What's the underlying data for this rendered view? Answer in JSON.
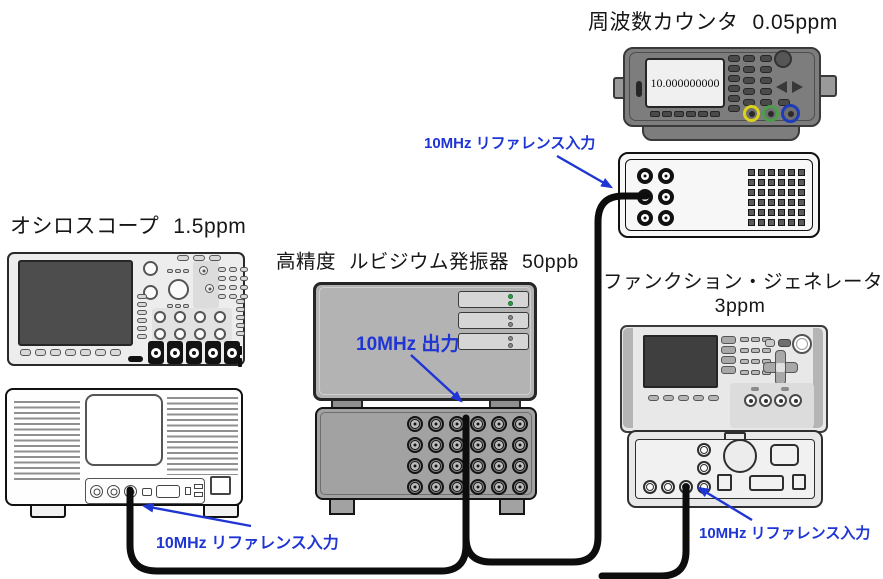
{
  "colors": {
    "label_blue": "#1f35d4",
    "cable_black": "#0d0d0d",
    "led_green": "#2f9e44",
    "led_gray": "#8a8a8a",
    "counter_ring_yellow": "#ddd21b",
    "counter_ring_green": "#4a9e4a",
    "counter_ring_blue": "#1e3bb8"
  },
  "titles": {
    "frequency_counter": "周波数カウンタ",
    "frequency_counter_accuracy": "0.05ppm",
    "oscilloscope": "オシロスコープ",
    "oscilloscope_accuracy": "1.5ppm",
    "rubidium_prefix": "高精度",
    "rubidium": "ルビジウム発振器",
    "rubidium_accuracy": "50ppb",
    "function_generator": "ファンクション・ジェネレータ",
    "function_generator_accuracy": "3ppm"
  },
  "labels": {
    "ref_input_counter": "10MHz リファレンス入力",
    "output_10mhz": "10MHz 出力",
    "ref_input_oscilloscope": "10MHz リファレンス入力",
    "ref_input_function_generator": "10MHz リファレンス入力"
  },
  "frequency_counter": {
    "display_value": "10.000000000"
  }
}
